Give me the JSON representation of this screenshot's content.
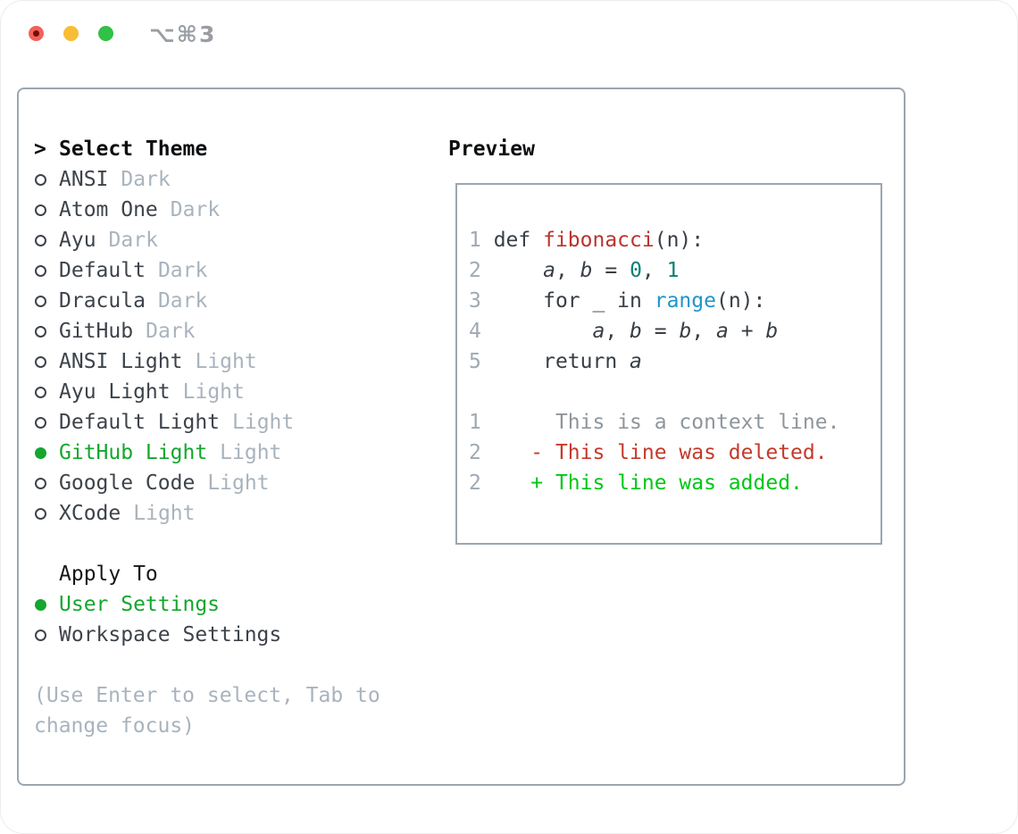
{
  "window": {
    "title": "⌥⌘3",
    "traffic_lights": [
      {
        "name": "close",
        "color": "#f4605a"
      },
      {
        "name": "minimize",
        "color": "#f9bc35"
      },
      {
        "name": "zoom",
        "color": "#30c146"
      }
    ]
  },
  "theme_panel": {
    "heading": "Select Theme",
    "focus_marker": ">",
    "themes": [
      {
        "name": "ANSI",
        "tag": "Dark",
        "selected": false
      },
      {
        "name": "Atom One",
        "tag": "Dark",
        "selected": false
      },
      {
        "name": "Ayu",
        "tag": "Dark",
        "selected": false
      },
      {
        "name": "Default",
        "tag": "Dark",
        "selected": false
      },
      {
        "name": "Dracula",
        "tag": "Dark",
        "selected": false
      },
      {
        "name": "GitHub",
        "tag": "Dark",
        "selected": false
      },
      {
        "name": "ANSI Light",
        "tag": "Light",
        "selected": false
      },
      {
        "name": "Ayu Light",
        "tag": "Light",
        "selected": false
      },
      {
        "name": "Default Light",
        "tag": "Light",
        "selected": false
      },
      {
        "name": "GitHub Light",
        "tag": "Light",
        "selected": true
      },
      {
        "name": "Google Code",
        "tag": "Light",
        "selected": false
      },
      {
        "name": "XCode",
        "tag": "Light",
        "selected": false
      }
    ],
    "apply_to": {
      "heading": "Apply To",
      "options": [
        {
          "name": "User Settings",
          "selected": true
        },
        {
          "name": "Workspace Settings",
          "selected": false
        }
      ]
    },
    "footer_hint_line1": "(Use Enter to select, Tab to",
    "footer_hint_line2": "change focus)"
  },
  "preview": {
    "heading": "Preview",
    "code_lines": [
      {
        "segments": [
          [
            "sn",
            "1 "
          ],
          [
            "c",
            "def "
          ],
          [
            "fn",
            "fibonacci"
          ],
          [
            "c",
            "(n):"
          ]
        ]
      },
      {
        "segments": [
          [
            "sn",
            "2 "
          ],
          [
            "c",
            "    "
          ],
          [
            "v",
            "a"
          ],
          [
            "c",
            ", "
          ],
          [
            "v",
            "b"
          ],
          [
            "c",
            " = "
          ],
          [
            "nm",
            "0"
          ],
          [
            "c",
            ", "
          ],
          [
            "nm",
            "1"
          ]
        ]
      },
      {
        "segments": [
          [
            "sn",
            "3 "
          ],
          [
            "c",
            "    for _ in "
          ],
          [
            "bi",
            "range"
          ],
          [
            "c",
            "(n):"
          ]
        ]
      },
      {
        "segments": [
          [
            "sn",
            "4 "
          ],
          [
            "c",
            "        "
          ],
          [
            "v",
            "a"
          ],
          [
            "c",
            ", "
          ],
          [
            "v",
            "b"
          ],
          [
            "c",
            " = "
          ],
          [
            "v",
            "b"
          ],
          [
            "c",
            ", "
          ],
          [
            "v",
            "a"
          ],
          [
            "c",
            " + "
          ],
          [
            "v",
            "b"
          ]
        ]
      },
      {
        "segments": [
          [
            "sn",
            "5 "
          ],
          [
            "c",
            "    return "
          ],
          [
            "v",
            "a"
          ]
        ]
      },
      {
        "segments": []
      },
      {
        "segments": [
          [
            "sn",
            "1"
          ],
          [
            "c",
            "      "
          ],
          [
            "ctx",
            "This is a context line."
          ]
        ]
      },
      {
        "segments": [
          [
            "sn",
            "2"
          ],
          [
            "c",
            "    "
          ],
          [
            "del",
            "- This line was deleted."
          ]
        ]
      },
      {
        "segments": [
          [
            "sn",
            "2"
          ],
          [
            "c",
            "    "
          ],
          [
            "add",
            "+ This line was added."
          ]
        ]
      }
    ]
  },
  "colors": {
    "selection_green": "#14a62e",
    "added_green": "#00c616",
    "deleted_red": "#c43a2a",
    "function_red": "#b9342e",
    "builtin_blue": "#1f96c9",
    "number_teal": "#0b7f74",
    "muted_gray": "#a9b3bd",
    "line_number_gray": "#9fa9b3",
    "context_gray": "#8e969d",
    "text_dark": "#3d434a",
    "border_gray": "#9ba6b0",
    "traffic_red": "#f4605a",
    "traffic_yellow": "#f9bc35",
    "traffic_green": "#30c146"
  }
}
